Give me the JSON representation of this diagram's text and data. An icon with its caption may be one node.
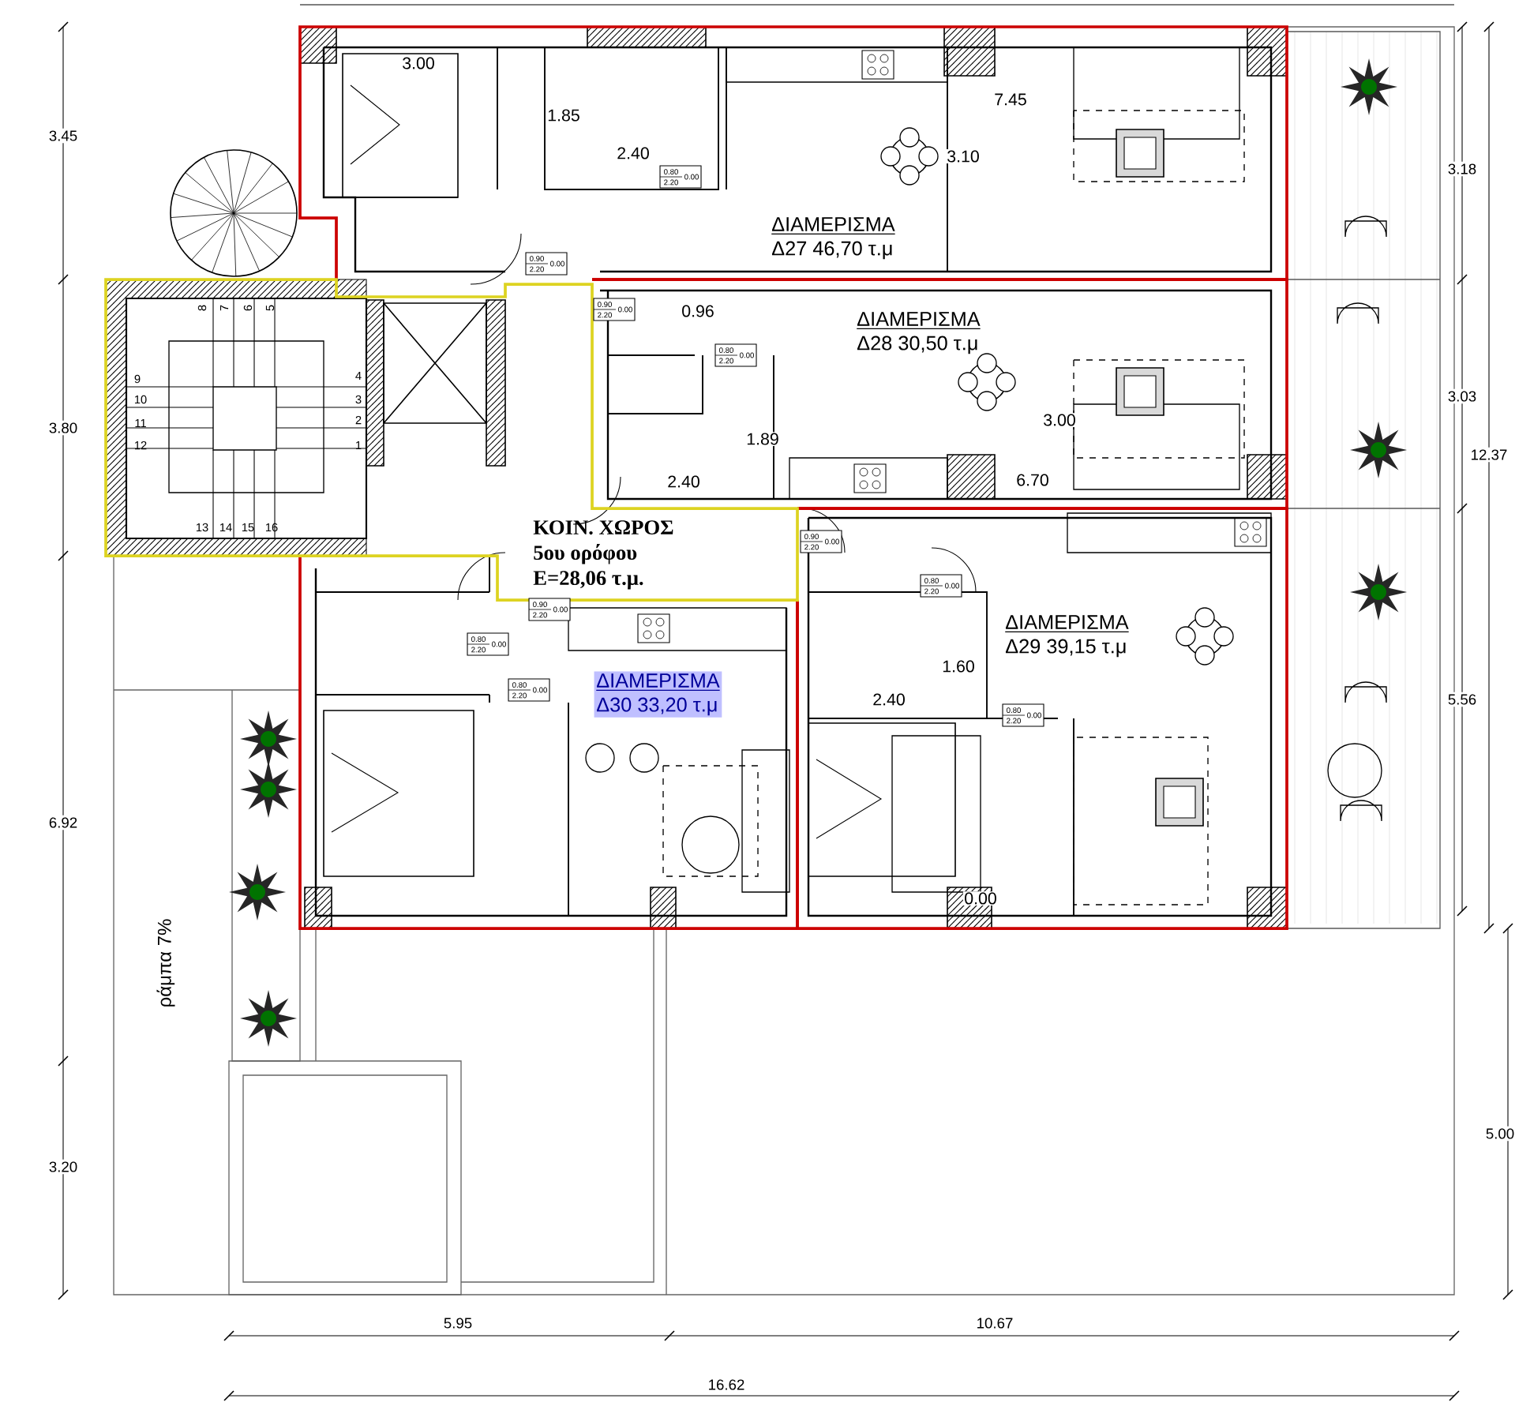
{
  "diagram": {
    "nodes": [
      {
        "text": [
          "ΔΙΑΜΕΡΙΣΜΑ",
          "Δ27 46,70 τ.μ"
        ]
      },
      {
        "text": [
          "ΔΙΑΜΕΡΙΣΜΑ",
          "Δ28 30,50 τ.μ"
        ]
      },
      {
        "text": [
          "ΔΙΑΜΕΡΙΣΜΑ",
          "Δ29 39,15 τ.μ"
        ]
      },
      {
        "text": [
          "ΔΙΑΜΕΡΙΣΜΑ",
          "Δ30 33,20 τ.μ"
        ]
      },
      {
        "text": [
          "ΚΟΙΝ. ΧΩΡΟΣ",
          "5ου ορόφου",
          "Ε=28,06 τ.μ."
        ]
      }
    ],
    "labels": [
      "3.00",
      "1.85",
      "2.40",
      "7.45",
      "3.10",
      "3.45",
      "3.18",
      "0.80",
      "2.20",
      "0.00",
      "0.90",
      "2.20",
      "0.00",
      "8",
      "7",
      "6",
      "5",
      "0.90",
      "2.20",
      "0.00",
      "0.96",
      "0.80",
      "2.20",
      "0.00",
      "4",
      "9",
      "3",
      "10",
      "2",
      "11",
      "1",
      "12",
      "3.03",
      "3.00",
      "3.80",
      "1.89",
      "12.37",
      "2.40",
      "6.70",
      "13",
      "14",
      "15",
      "16",
      "0.90",
      "2.20",
      "0.00",
      "0.80",
      "2.20",
      "0.00",
      "0.90",
      "2.20",
      "0.00",
      "0.80",
      "2.20",
      "0.00",
      "1.60",
      "0.80",
      "2.20",
      "0.00",
      "0.80",
      "2.20",
      "0.00",
      "5.56",
      "2.40",
      "6.92",
      "0.00",
      "ράμπα 7%",
      "5.00",
      "3.20",
      "5.95",
      "10.67",
      "16.62"
    ]
  }
}
